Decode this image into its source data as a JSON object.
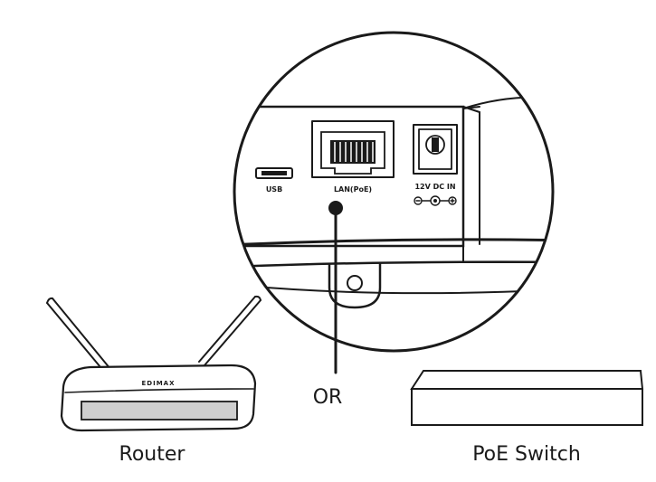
{
  "device": {
    "port_usb": "USB",
    "port_lan": "LAN(PoE)",
    "port_dc": "12V DC IN"
  },
  "router": {
    "brand": "EDIMAX",
    "label": "Router"
  },
  "connector": {
    "label": "OR"
  },
  "switch": {
    "label": "PoE Switch"
  }
}
